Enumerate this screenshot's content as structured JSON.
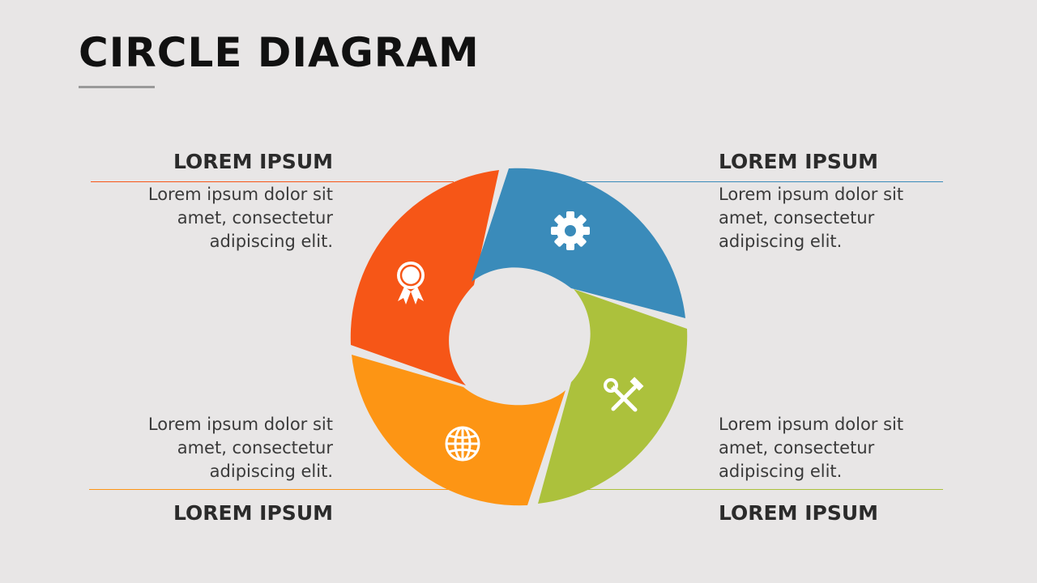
{
  "title": "CIRCLE DIAGRAM",
  "colors": {
    "red": "#f65617",
    "blue": "#3a8bba",
    "green": "#acc13c",
    "orange": "#fd9514",
    "rule_gray": "#9a9a9a"
  },
  "blocks": {
    "top_left": {
      "heading": "LOREM IPSUM",
      "lines": [
        "Lorem ipsum dolor sit",
        "amet, consectetur",
        "adipiscing elit."
      ]
    },
    "top_right": {
      "heading": "LOREM IPSUM",
      "lines": [
        "Lorem ipsum dolor sit",
        "amet, consectetur",
        "adipiscing elit."
      ]
    },
    "bottom_left": {
      "heading": "LOREM IPSUM",
      "lines": [
        "Lorem ipsum dolor sit",
        "amet, consectetur",
        "adipiscing elit."
      ]
    },
    "bottom_right": {
      "heading": "LOREM IPSUM",
      "lines": [
        "Lorem ipsum dolor sit",
        "amet, consectetur",
        "adipiscing elit."
      ]
    }
  },
  "segments": [
    {
      "name": "red",
      "icon": "award-ribbon-icon"
    },
    {
      "name": "blue",
      "icon": "gear-icon"
    },
    {
      "name": "green",
      "icon": "wrench-hammer-icon"
    },
    {
      "name": "orange",
      "icon": "globe-icon"
    }
  ]
}
